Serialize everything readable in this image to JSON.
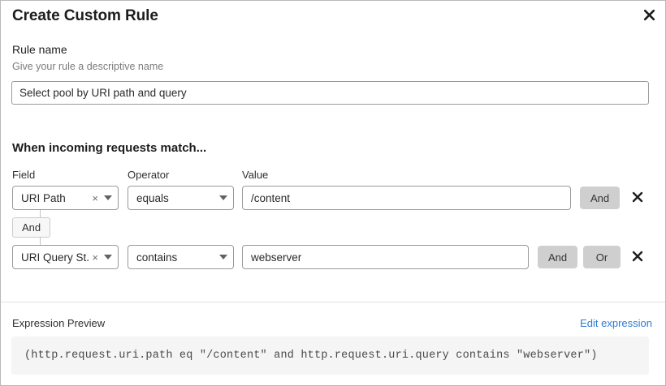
{
  "dialog": {
    "title": "Create Custom Rule",
    "close_icon": "close-icon"
  },
  "rule_name": {
    "label": "Rule name",
    "help_text": "Give your rule a descriptive name",
    "value": "Select pool by URI path and query",
    "placeholder": "Select pool by URI path and query"
  },
  "conditions": {
    "heading": "When incoming requests match...",
    "columns": {
      "field": "Field",
      "operator": "Operator",
      "value": "Value"
    },
    "connector": {
      "label": "And"
    },
    "rows": [
      {
        "field": "URI Path",
        "operator": "equals",
        "value": "/content",
        "clear_icon": "×",
        "buttons": [
          "And"
        ],
        "delete_icon": "close-icon"
      },
      {
        "field": "URI Query St...",
        "operator": "contains",
        "value": "webserver",
        "clear_icon": "×",
        "buttons": [
          "And",
          "Or"
        ],
        "delete_icon": "close-icon"
      }
    ]
  },
  "expression": {
    "label": "Expression Preview",
    "edit_link": "Edit expression",
    "code": "(http.request.uri.path eq \"/content\" and http.request.uri.query contains \"webserver\")"
  },
  "colors": {
    "link": "#2c7cd6",
    "logic_button_bg": "#cfcfcf",
    "expr_bg": "#f5f5f5"
  }
}
